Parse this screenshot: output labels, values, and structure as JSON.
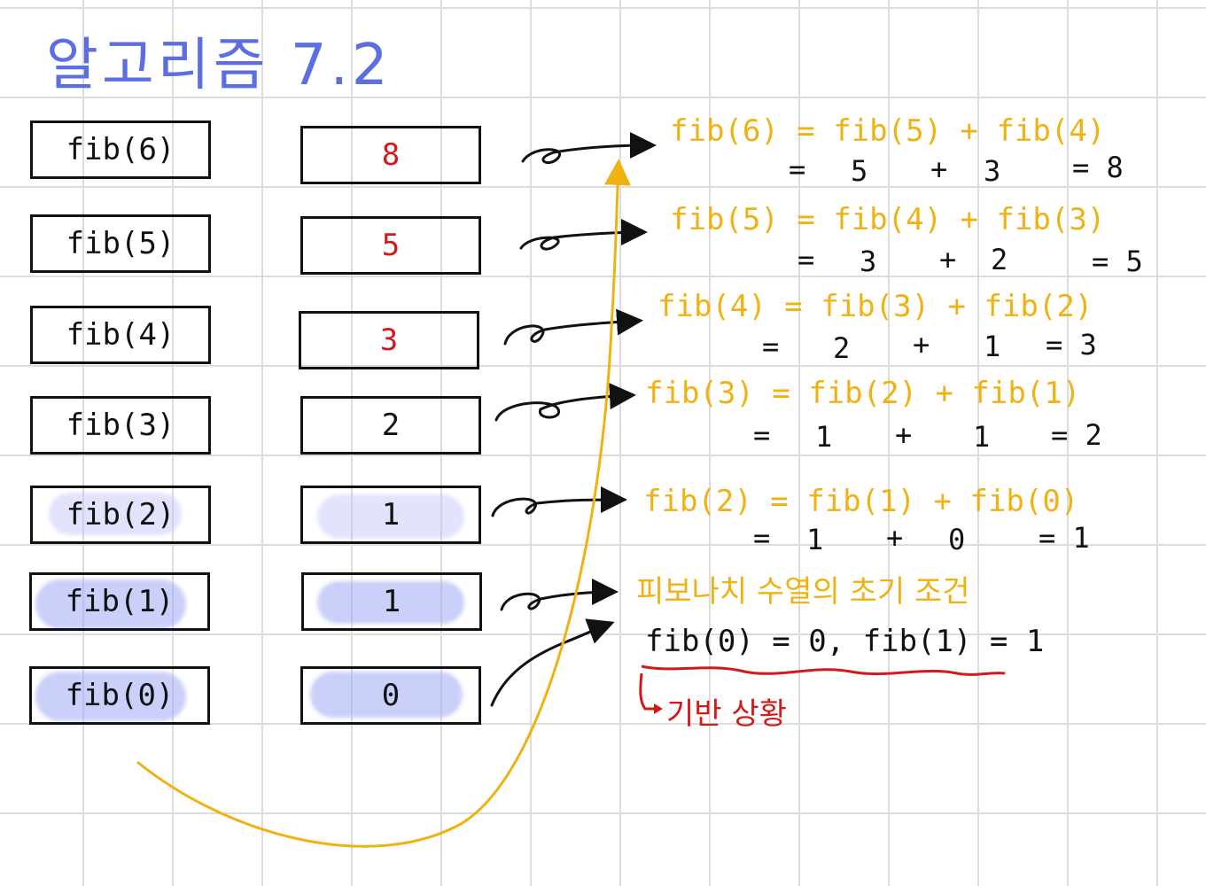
{
  "title": "알고리즘 7.2",
  "rows": [
    {
      "label": "fib(6)",
      "value": "8",
      "value_color": "red"
    },
    {
      "label": "fib(5)",
      "value": "5",
      "value_color": "red"
    },
    {
      "label": "fib(4)",
      "value": "3",
      "value_color": "red"
    },
    {
      "label": "fib(3)",
      "value": "2",
      "value_color": "black"
    },
    {
      "label": "fib(2)",
      "value": "1",
      "value_color": "black"
    },
    {
      "label": "fib(1)",
      "value": "1",
      "value_color": "black"
    },
    {
      "label": "fib(0)",
      "value": "0",
      "value_color": "black"
    }
  ],
  "equations": [
    {
      "formula": "fib(6) = fib(5) + fib(4)",
      "eq": "=",
      "a": "5",
      "op": "+",
      "b": "3",
      "result": "= 8"
    },
    {
      "formula": "fib(5) = fib(4) + fib(3)",
      "eq": "=",
      "a": "3",
      "op": "+",
      "b": "2",
      "result": "= 5"
    },
    {
      "formula": "fib(4) = fib(3) + fib(2)",
      "eq": "=",
      "a": "2",
      "op": "+",
      "b": "1",
      "result": "= 3"
    },
    {
      "formula": "fib(3) = fib(2) + fib(1)",
      "eq": "=",
      "a": "1",
      "op": "+",
      "b": "1",
      "result": "= 2"
    },
    {
      "formula": "fib(2) = fib(1) + fib(0)",
      "eq": "=",
      "a": "1",
      "op": "+",
      "b": "0",
      "result": "= 1"
    }
  ],
  "initial_condition_label": "피보나치 수열의 초기 조건",
  "initial_condition": "fib(0) = 0, fib(1) = 1",
  "base_case_label": "기반 상황",
  "colors": {
    "title": "#5b6fe0",
    "equations": "#f0b212",
    "highlight": "#a0aaf5",
    "red": "#d11a1a"
  }
}
